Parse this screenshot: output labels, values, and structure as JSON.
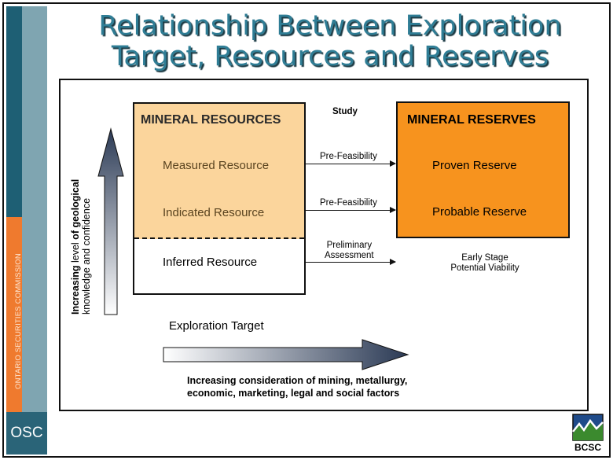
{
  "title": {
    "line1": "Relationship Between Exploration",
    "line2": "Target, Resources and Reserves"
  },
  "sidebar": {
    "org_name": "ONTARIO SECURITIES COMMISSION",
    "abbr": "OSC"
  },
  "logo": {
    "text": "BCSC"
  },
  "diagram": {
    "resources": {
      "heading": "MINERAL RESOURCES",
      "measured": "Measured Resource",
      "indicated": "Indicated Resource",
      "inferred": "Inferred Resource"
    },
    "reserves": {
      "heading": "MINERAL RESERVES",
      "proven": "Proven Reserve",
      "probable": "Probable Reserve"
    },
    "study": "Study",
    "arrow1": "Pre-Feasibility",
    "arrow2": "Pre-Feasibility",
    "arrow3_l1": "Preliminary",
    "arrow3_l2": "Assessment",
    "early_l1": "Early Stage",
    "early_l2": "Potential Viability",
    "vertical_l1_bold1": "Increasing",
    "vertical_l1_mid": " level ",
    "vertical_l1_bold2": "of geological",
    "vertical_l2": "knowledge and confidence",
    "exploration_target": "Exploration Target",
    "horizontal_l1": "Increasing consideration of mining, metallurgy,",
    "horizontal_l2": "economic, marketing, legal and social factors"
  }
}
